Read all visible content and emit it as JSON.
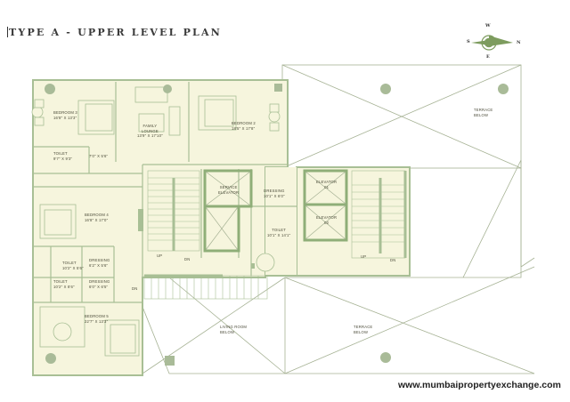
{
  "title": "TYPE A - UPPER LEVEL PLAN",
  "compass": {
    "n": "N",
    "s": "S",
    "e": "E",
    "w": "W"
  },
  "rooms": {
    "bedroom3": {
      "name": "BEDROOM 3",
      "size": "16'8\" X 13'3\""
    },
    "family_lounge": {
      "name": "FAMILY",
      "name2": "LOUNGE",
      "size": "13'9\" X 17'10\""
    },
    "bedroom2": {
      "name": "BEDROOM 2",
      "size": "18'5\" X 17'8\""
    },
    "toilet_b3": {
      "name": "TOILET",
      "size": "9'7\" X 9'3\""
    },
    "passage_b3": {
      "size": "7'0\" X 5'6\""
    },
    "bedroom4": {
      "name": "BEDROOM 4",
      "size": "16'8\" X 17'0\""
    },
    "toilet_b4": {
      "name": "TOILET",
      "size": "10'2\" X 5'6\""
    },
    "dressing_b4": {
      "name": "DRESSING",
      "size": "6'2\" X 5'6\""
    },
    "toilet_b5": {
      "name": "TOILET",
      "size": "10'2\" X 8'6\""
    },
    "dressing_b5": {
      "name": "DRESSING",
      "size": "6'0\" X 6'5\""
    },
    "bedroom5": {
      "name": "BEDROOM 5",
      "size": "22'7\" X 13'3\""
    },
    "service_elevator": {
      "name": "SERVICE",
      "name2": "ELEVATOR"
    },
    "dressing_master": {
      "name": "DRESSING",
      "size": "10'1\" X 6'0\""
    },
    "toilet_master": {
      "name": "TOILET",
      "size": "10'1\" X 14'1\""
    },
    "elevator1": {
      "name": "ELEVATOR",
      "name2": "01"
    },
    "elevator2": {
      "name": "ELEVATOR",
      "name2": "02"
    },
    "terrace_top": {
      "name": "TERRACE",
      "name2": "BELOW"
    },
    "terrace_bottom": {
      "name": "TERRACE",
      "name2": "BELOW"
    },
    "living_below": {
      "name": "LIVING ROOM",
      "name2": "BELOW"
    }
  },
  "stairs": {
    "up": "UP",
    "dn": "DN"
  },
  "colors": {
    "floor": "#f6f5dd",
    "wall": "#a8bf95",
    "line": "#8c9a78",
    "accent": "#9fb08c"
  },
  "website": "www.mumbaipropertyexchange.com"
}
